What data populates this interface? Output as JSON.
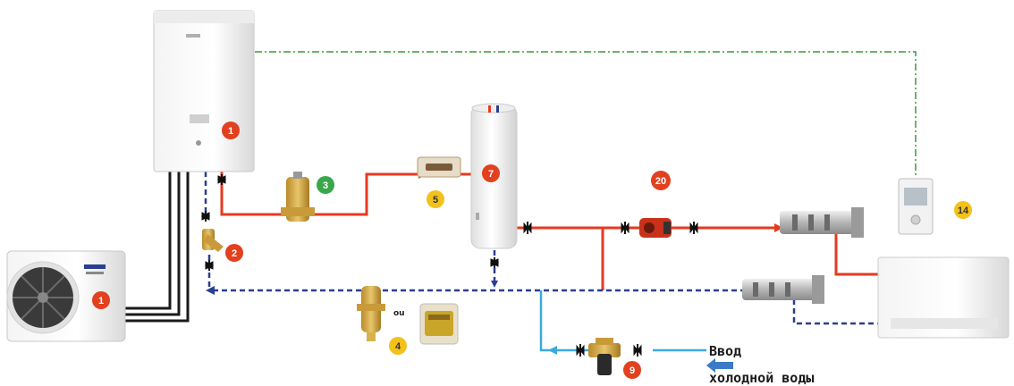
{
  "colors": {
    "hot_pipe": "#e63a1f",
    "return_pipe": "#2a3f8f",
    "cold_pipe": "#3aaae0",
    "signal_line": "#3a9a3a",
    "badge_red": "#e2401e",
    "badge_green": "#3aa84a",
    "badge_yellow": "#f2c21a"
  },
  "badges": {
    "indoor_unit": "1",
    "outdoor_unit": "1",
    "filter": "2",
    "hydraulic_separator": "3",
    "magnetic_filter": "4",
    "expansion_vessel": "5",
    "dhw_tank": "7",
    "cold_water_kit": "9",
    "thermostat": "14",
    "circulation_pump": "20"
  },
  "labels": {
    "or": "ou",
    "cold_inlet_line1": "Ввод",
    "cold_inlet_line2": "холодной воды"
  }
}
